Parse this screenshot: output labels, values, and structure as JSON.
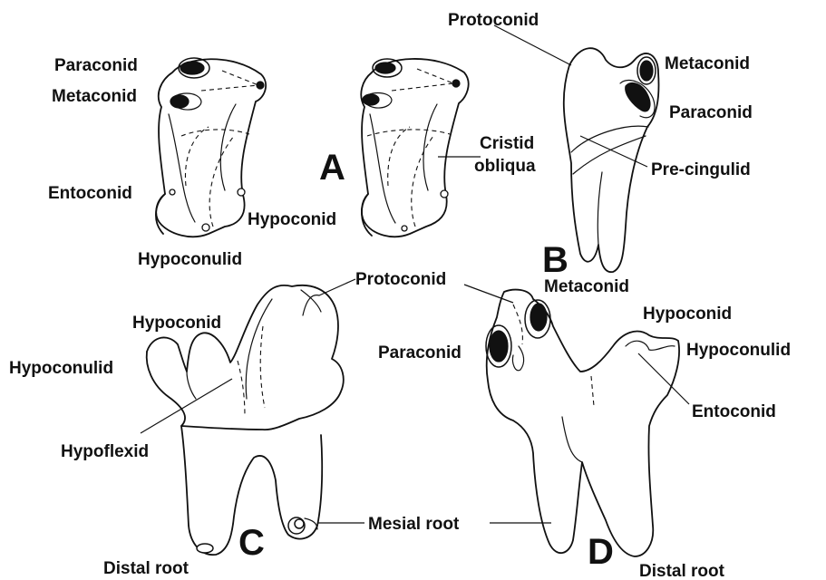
{
  "panels": {
    "a": "A",
    "b": "B",
    "c": "C",
    "d": "D"
  },
  "labels": {
    "a_paraconid": "Paraconid",
    "a_metaconid": "Metaconid",
    "a_entoconid": "Entoconid",
    "a_hypoconid": "Hypoconid",
    "a_hypoconulid": "Hypoconulid",
    "a_cristid_line1": "Cristid",
    "a_cristid_line2": "obliqua",
    "b_protoconid": "Protoconid",
    "b_metaconid": "Metaconid",
    "b_paraconid": "Paraconid",
    "b_precingulid": "Pre-cingulid",
    "c_protoconid": "Protoconid",
    "c_hypoconid": "Hypoconid",
    "c_hypoconulid": "Hypoconulid",
    "c_hypoflexid": "Hypoflexid",
    "c_distal_root": "Distal root",
    "cd_mesial_root": "Mesial root",
    "d_metaconid": "Metaconid",
    "d_paraconid": "Paraconid",
    "d_hypoconid": "Hypoconid",
    "d_hypoconulid": "Hypoconulid",
    "d_entoconid": "Entoconid",
    "d_distal_root": "Distal root"
  }
}
